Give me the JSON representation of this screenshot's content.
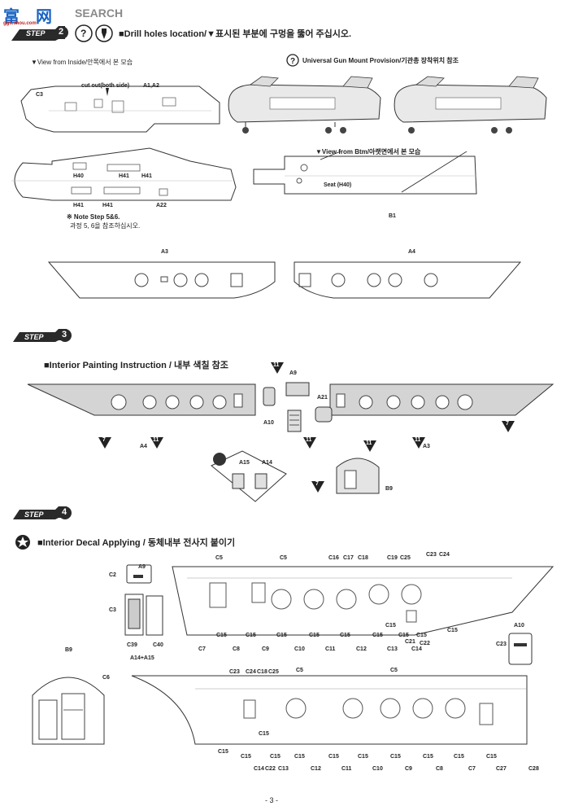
{
  "watermark": {
    "text1": "富",
    "text2": "网",
    "search": "SEARCH",
    "sub": "ggs.shou.com"
  },
  "step2": {
    "badge": "STEP",
    "num": "2",
    "title": "■Drill holes location/▼표시된 부분에 구멍을 뚫어 주십시오.",
    "view_inside": "▼View from Inside/안쪽에서 본 모습",
    "gun_mount": "Universal Gun Mount Provision/기관총 장착위치 참조",
    "cutout": "cut out(both side)",
    "a1a2": "A1,A2",
    "c3": "C3",
    "h40": "H40",
    "h41": "H41",
    "a22": "A22",
    "note": "※ Note Step 5&6.",
    "note_kr": "과정 5, 6을 참조하십시오.",
    "view_btm": "▼View from Btm/아랫면에서 본 모습",
    "seat": "Seat (H40)",
    "b1": "B1",
    "a3": "A3",
    "a4": "A4"
  },
  "step3": {
    "badge": "STEP",
    "num": "3",
    "title": "■Interior Painting Instruction / 내부 색칠 참조",
    "a9": "A9",
    "a10": "A10",
    "a21": "A21",
    "a15": "A15",
    "a14": "A14",
    "a4": "A4",
    "a3": "A3",
    "b9": "B9",
    "c7": "7",
    "c11": "11"
  },
  "step4": {
    "badge": "STEP",
    "num": "4",
    "title": "■Interior Decal Applying / 동체내부 전사지 붙이기",
    "a9": "A9",
    "c2": "C2",
    "c3": "C3",
    "c39": "C39",
    "c40": "C40",
    "a14a15": "A14+A15",
    "b9": "B9",
    "c6": "C6",
    "a10": "A10",
    "c23": "C23",
    "top_labels": [
      "C5",
      "C5",
      "C16",
      "C17",
      "C18",
      "C19",
      "C25",
      "C23",
      "C24"
    ],
    "top_bottom": [
      "C15",
      "C15",
      "C15",
      "C15",
      "C15",
      "C15",
      "C15",
      "C15",
      "C21",
      "C15",
      "C22",
      "C15"
    ],
    "top_c": [
      "C7",
      "C8",
      "C9",
      "C10",
      "C11",
      "C12",
      "C13",
      "C14"
    ],
    "bot_top": [
      "C23",
      "C24",
      "C18",
      "C25",
      "C5",
      "C5"
    ],
    "bot_bottom": [
      "C15",
      "C15",
      "C15",
      "C15",
      "C15",
      "C15",
      "C15",
      "C15",
      "C15",
      "C15"
    ],
    "bot_c": [
      "C14",
      "C22",
      "C15",
      "C13",
      "C12",
      "C11",
      "C10",
      "C9",
      "C8",
      "C7",
      "C27",
      "C28"
    ]
  },
  "page_number": "- 3 -"
}
